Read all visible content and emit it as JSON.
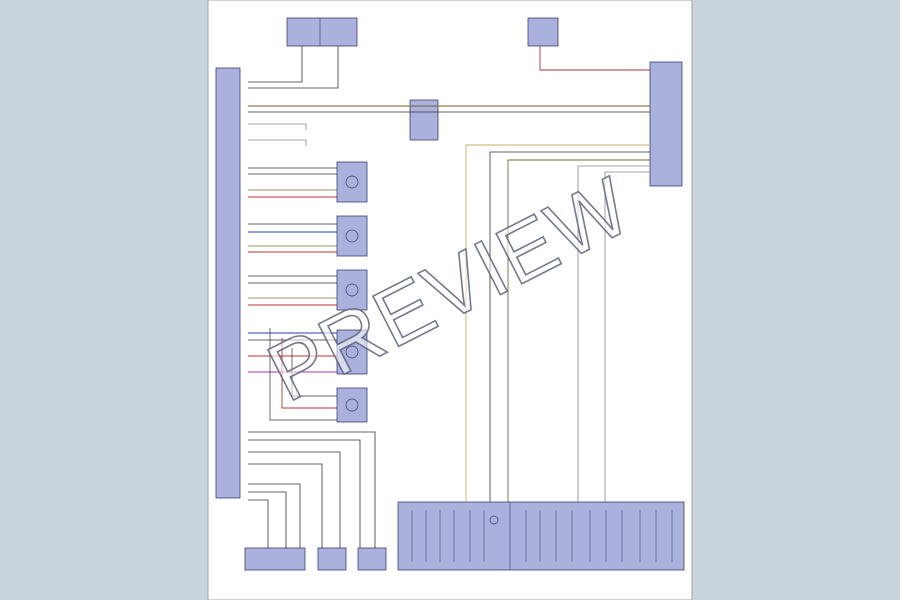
{
  "watermark": "PREVIEW",
  "colors": {
    "background": "#c9d3dc",
    "sheet": "#ffffff",
    "component_fill": "#aab1dc",
    "component_stroke": "#3a4070"
  },
  "icons": [
    "watermark-stamp",
    "motor-symbol",
    "switch-symbol"
  ]
}
